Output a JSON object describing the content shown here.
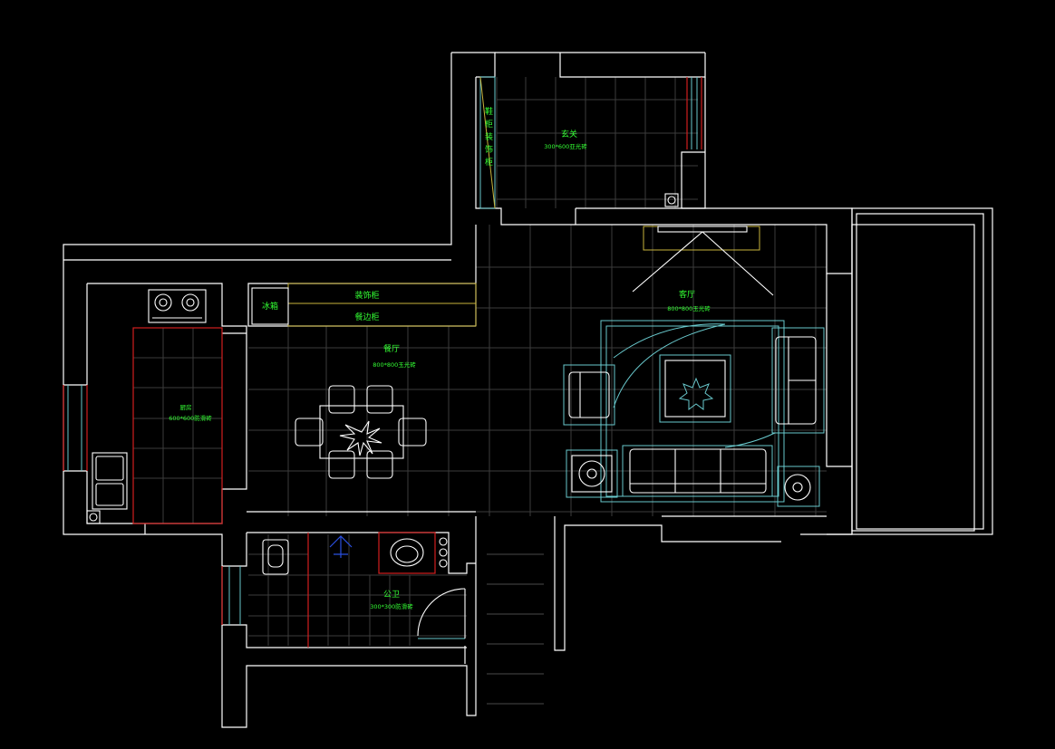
{
  "labels": {
    "entrance_name": "玄关",
    "entrance_tile": "300*600亚光砖",
    "entrance_cabinet": "鞋柜装饰柜",
    "living_name": "客厅",
    "living_tile": "800*800玉光砖",
    "dining_name": "餐厅",
    "dining_tile": "800*800玉光砖",
    "decor_cabinet": "装饰柜",
    "side_cabinet": "餐边柜",
    "fridge": "冰箱",
    "kitchen_name": "厨房",
    "kitchen_tile": "600*600防滑砖",
    "bath_name": "公卫",
    "bath_tile": "300*300防滑砖"
  },
  "colors": {
    "wall": "#ffffff",
    "furniture_cyan": "#69c9cd",
    "marker_red": "#d11f1f",
    "cabinet_yellow": "#c8b43c",
    "label_green": "#33ff33",
    "grid": "#3c3c3c"
  }
}
